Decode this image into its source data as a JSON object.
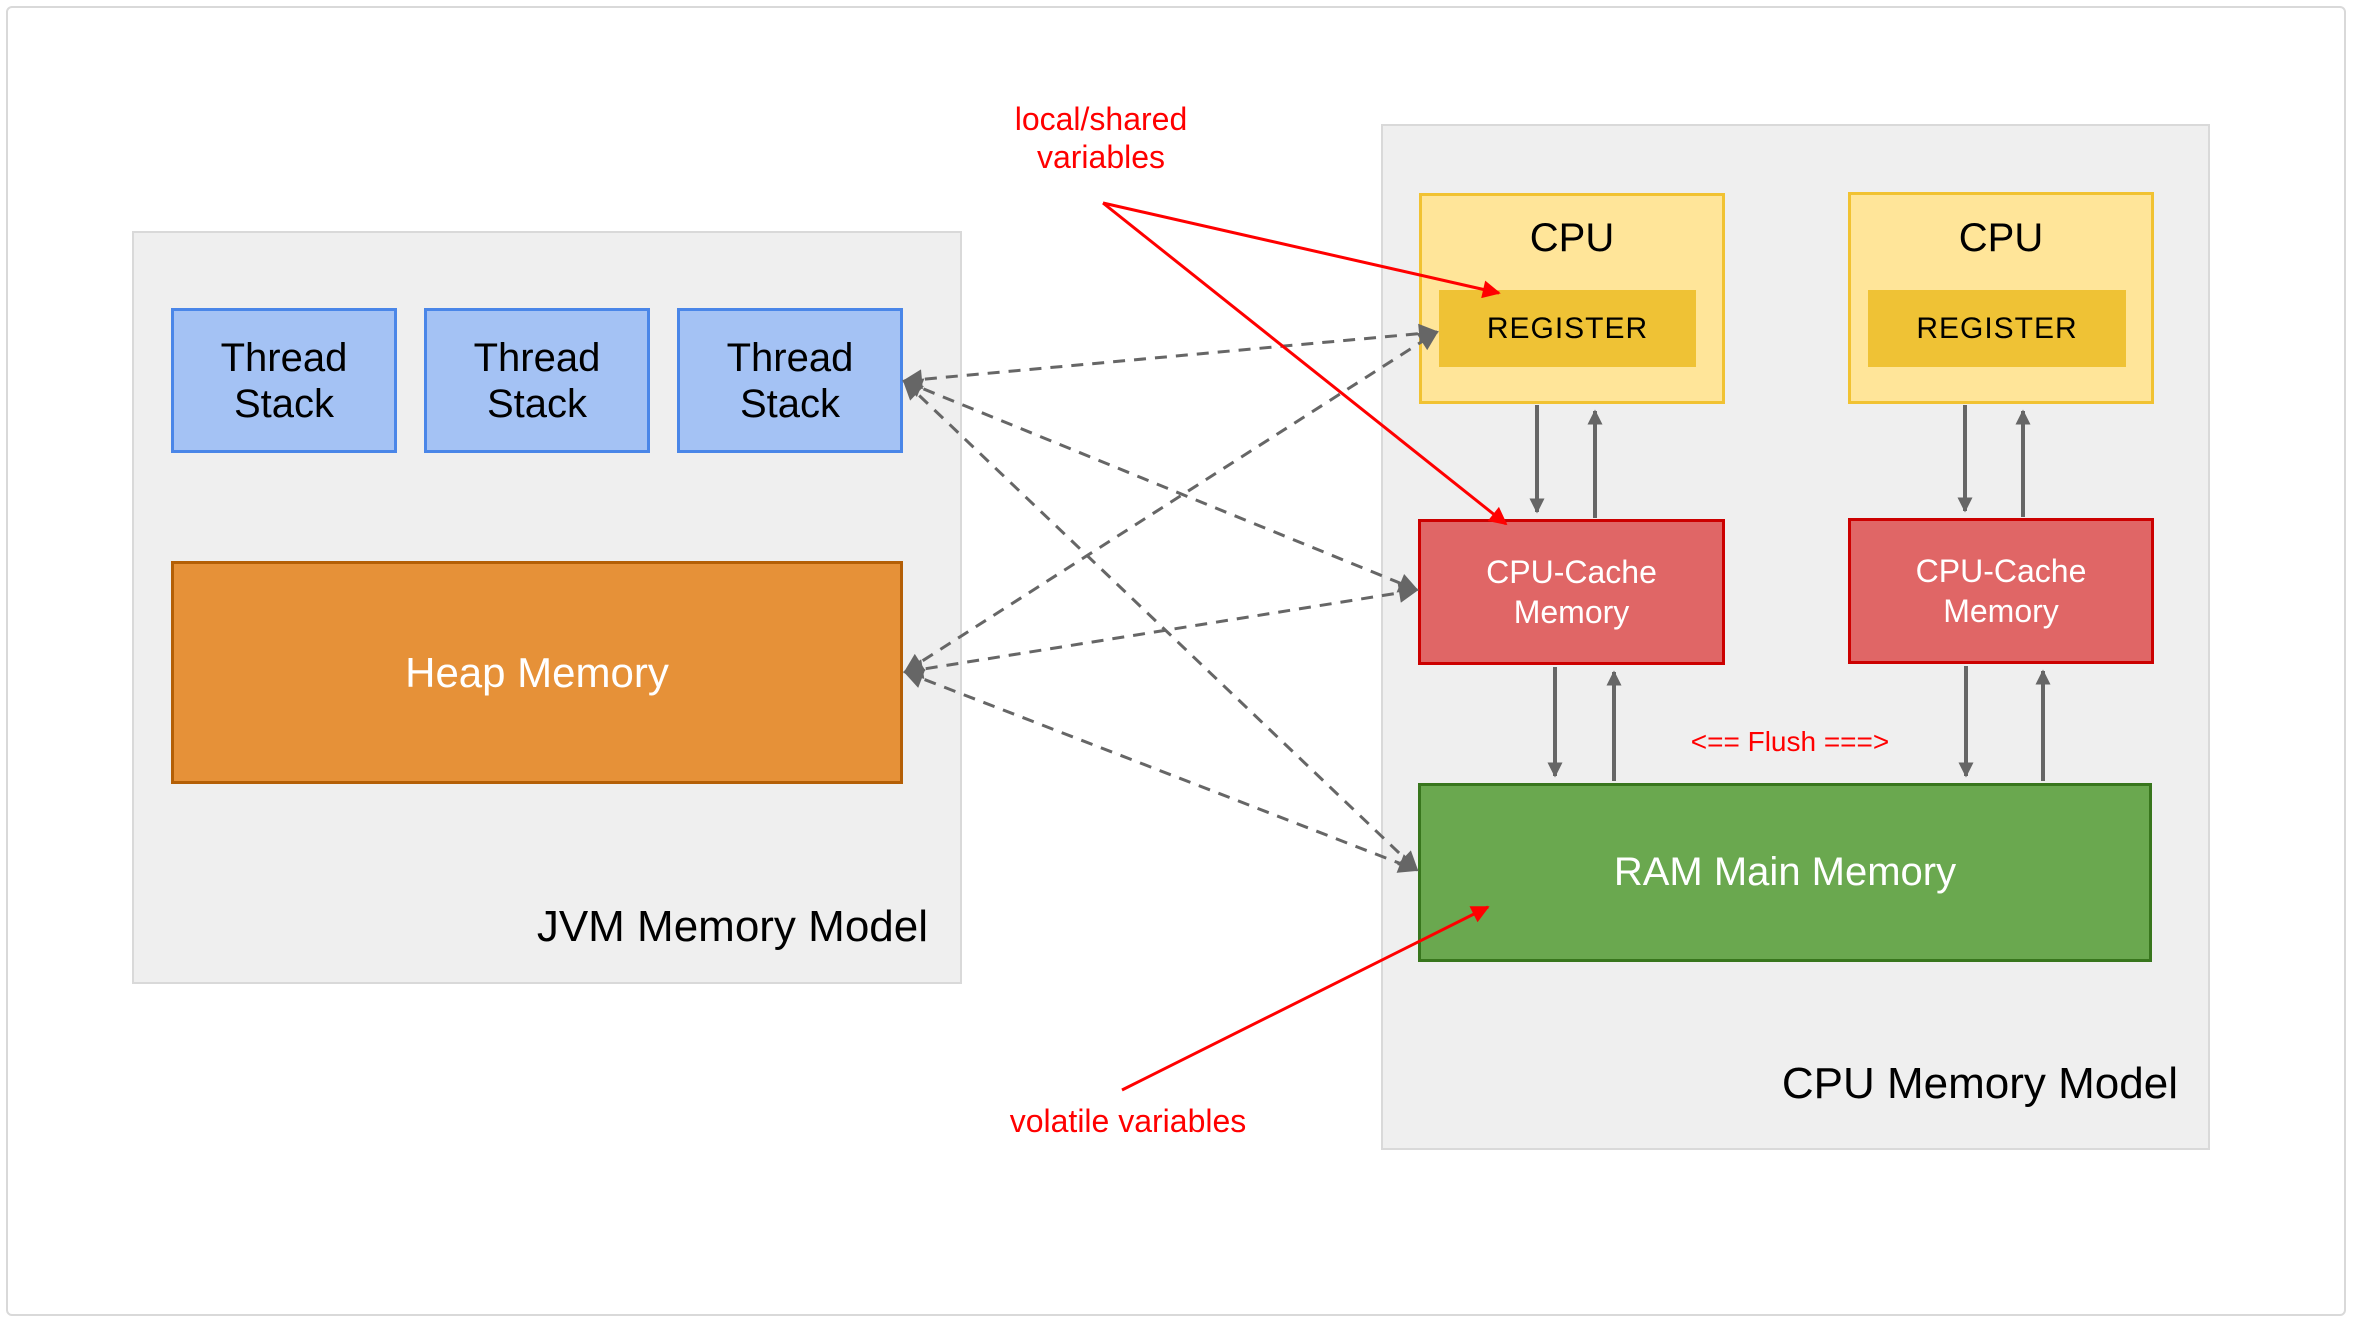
{
  "jvm_panel": {
    "title": "JVM Memory Model"
  },
  "cpu_panel": {
    "title": "CPU Memory Model"
  },
  "thread_stacks": [
    {
      "line1": "Thread",
      "line2": "Stack"
    },
    {
      "line1": "Thread",
      "line2": "Stack"
    },
    {
      "line1": "Thread",
      "line2": "Stack"
    }
  ],
  "heap": {
    "label": "Heap Memory"
  },
  "cpus": [
    {
      "label": "CPU",
      "register": "REGISTER"
    },
    {
      "label": "CPU",
      "register": "REGISTER"
    }
  ],
  "caches": [
    {
      "line1": "CPU-Cache",
      "line2": "Memory"
    },
    {
      "line1": "CPU-Cache",
      "line2": "Memory"
    }
  ],
  "ram": {
    "label": "RAM Main Memory"
  },
  "annotations": {
    "local_shared_line1": "local/shared",
    "local_shared_line2": "variables",
    "volatile_label": "volatile variables",
    "flush_label": "<== Flush ===>"
  },
  "colors": {
    "panel_bg": "#efefef",
    "panel_border": "#d9d9d9",
    "thread_fill": "#a4c2f4",
    "thread_border": "#4a86e8",
    "heap_fill": "#e69138",
    "heap_border": "#b45f06",
    "cpu_fill": "#ffe599",
    "cpu_border": "#f1c232",
    "register_fill": "#efc235",
    "cache_fill": "#e06666",
    "cache_border": "#cc0000",
    "ram_fill": "#6aa84f",
    "ram_border": "#38761d",
    "arrow_gray": "#666666",
    "annotation_red": "#ff0000"
  }
}
